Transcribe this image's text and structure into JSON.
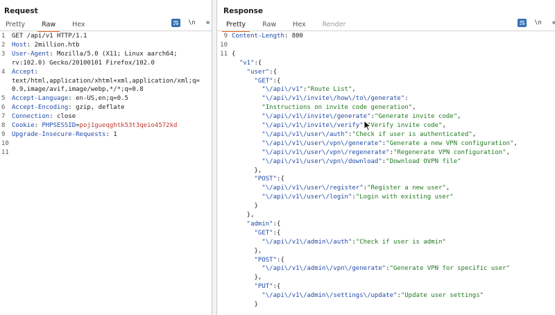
{
  "request": {
    "title": "Request",
    "tabs": [
      "Pretty",
      "Raw",
      "Hex"
    ],
    "active_tab": "Raw",
    "toolbar": {
      "newline_label": "\\n",
      "menu_label": "≡"
    },
    "lines": [
      {
        "n": "1",
        "parts": [
          {
            "t": "GET /api/v1 HTTP/1.1",
            "c": "k-val"
          }
        ]
      },
      {
        "n": "2",
        "parts": [
          {
            "t": "Host",
            "c": "k-name"
          },
          {
            "t": ": 2million.htb",
            "c": "k-val"
          }
        ]
      },
      {
        "n": "3",
        "parts": [
          {
            "t": "User-Agent",
            "c": "k-name"
          },
          {
            "t": ": Mozilla/5.0 (X11; Linux aarch64;",
            "c": "k-val"
          }
        ]
      },
      {
        "n": "",
        "parts": [
          {
            "t": "rv:102.0) Gecko/20100101 Firefox/102.0",
            "c": "k-val"
          }
        ]
      },
      {
        "n": "4",
        "parts": [
          {
            "t": "Accept",
            "c": "k-name"
          },
          {
            "t": ":",
            "c": "k-val"
          }
        ]
      },
      {
        "n": "",
        "parts": [
          {
            "t": "text/html,application/xhtml+xml,application/xml;q=",
            "c": "k-val"
          }
        ]
      },
      {
        "n": "",
        "parts": [
          {
            "t": "0.9,image/avif,image/webp,*/*;q=0.8",
            "c": "k-val"
          }
        ]
      },
      {
        "n": "5",
        "parts": [
          {
            "t": "Accept-Language",
            "c": "k-name"
          },
          {
            "t": ": en-US,en;q=0.5",
            "c": "k-val"
          }
        ]
      },
      {
        "n": "6",
        "parts": [
          {
            "t": "Accept-Encoding",
            "c": "k-name"
          },
          {
            "t": ": gzip, deflate",
            "c": "k-val"
          }
        ]
      },
      {
        "n": "7",
        "parts": [
          {
            "t": "Connection",
            "c": "k-name"
          },
          {
            "t": ": close",
            "c": "k-val"
          }
        ]
      },
      {
        "n": "8",
        "parts": [
          {
            "t": "Cookie",
            "c": "k-name"
          },
          {
            "t": ": ",
            "c": "k-val"
          },
          {
            "t": "PHPSESSID",
            "c": "k-cookie-name"
          },
          {
            "t": "=",
            "c": "k-val"
          },
          {
            "t": "poj1gueqghtk53t3qeio4572kd",
            "c": "k-cookie-val"
          }
        ]
      },
      {
        "n": "9",
        "parts": [
          {
            "t": "Upgrade-Insecure-Requests",
            "c": "k-name"
          },
          {
            "t": ": 1",
            "c": "k-val"
          }
        ]
      },
      {
        "n": "10",
        "parts": []
      },
      {
        "n": "11",
        "parts": []
      }
    ]
  },
  "response": {
    "title": "Response",
    "tabs": [
      "Pretty",
      "Raw",
      "Hex",
      "Render"
    ],
    "active_tab": "Pretty",
    "disabled_tab": "Render",
    "toolbar": {
      "newline_label": "\\n",
      "menu_label": "≡"
    },
    "lines": [
      {
        "n": "9",
        "parts": [
          {
            "t": "Content-Length",
            "c": "k-name"
          },
          {
            "t": ": 800",
            "c": "k-val"
          }
        ]
      },
      {
        "n": "10",
        "parts": []
      },
      {
        "n": "11",
        "parts": [
          {
            "t": "{",
            "c": "j-punc"
          }
        ]
      },
      {
        "n": "",
        "parts": [
          {
            "t": "  \"v1\"",
            "c": "j-key"
          },
          {
            "t": ":{",
            "c": "j-punc"
          }
        ]
      },
      {
        "n": "",
        "parts": [
          {
            "t": "    \"user\"",
            "c": "j-key"
          },
          {
            "t": ":{",
            "c": "j-punc"
          }
        ]
      },
      {
        "n": "",
        "parts": [
          {
            "t": "      \"GET\"",
            "c": "j-key"
          },
          {
            "t": ":{",
            "c": "j-punc"
          }
        ]
      },
      {
        "n": "",
        "parts": [
          {
            "t": "        \"\\/api\\/v1\"",
            "c": "j-key"
          },
          {
            "t": ":",
            "c": "j-punc"
          },
          {
            "t": "\"Route List\"",
            "c": "j-str"
          },
          {
            "t": ",",
            "c": "j-punc"
          }
        ]
      },
      {
        "n": "",
        "parts": [
          {
            "t": "        \"\\/api\\/v1\\/invite\\/how\\/to\\/generate\"",
            "c": "j-key"
          },
          {
            "t": ":",
            "c": "j-punc"
          }
        ]
      },
      {
        "n": "",
        "parts": [
          {
            "t": "        \"Instructions on invite code generation\"",
            "c": "j-str"
          },
          {
            "t": ",",
            "c": "j-punc"
          }
        ]
      },
      {
        "n": "",
        "parts": [
          {
            "t": "        \"\\/api\\/v1\\/invite\\/generate\"",
            "c": "j-key"
          },
          {
            "t": ":",
            "c": "j-punc"
          },
          {
            "t": "\"Generate invite code\"",
            "c": "j-str"
          },
          {
            "t": ",",
            "c": "j-punc"
          }
        ]
      },
      {
        "n": "",
        "parts": [
          {
            "t": "        \"\\/api\\/v1\\/invite\\/verify\"",
            "c": "j-key"
          },
          {
            "t": ":",
            "c": "j-punc"
          },
          {
            "t": "\"Verify invite code\"",
            "c": "j-str"
          },
          {
            "t": ",",
            "c": "j-punc"
          }
        ]
      },
      {
        "n": "",
        "parts": [
          {
            "t": "        \"\\/api\\/v1\\/user\\/auth\"",
            "c": "j-key"
          },
          {
            "t": ":",
            "c": "j-punc"
          },
          {
            "t": "\"Check if user is authenticated\"",
            "c": "j-str"
          },
          {
            "t": ",",
            "c": "j-punc"
          }
        ]
      },
      {
        "n": "",
        "parts": [
          {
            "t": "        \"\\/api\\/v1\\/user\\/vpn\\/generate\"",
            "c": "j-key"
          },
          {
            "t": ":",
            "c": "j-punc"
          },
          {
            "t": "\"Generate a new VPN configuration\"",
            "c": "j-str"
          },
          {
            "t": ",",
            "c": "j-punc"
          }
        ]
      },
      {
        "n": "",
        "parts": [
          {
            "t": "        \"\\/api\\/v1\\/user\\/vpn\\/regenerate\"",
            "c": "j-key"
          },
          {
            "t": ":",
            "c": "j-punc"
          },
          {
            "t": "\"Regenerate VPN configuration\"",
            "c": "j-str"
          },
          {
            "t": ",",
            "c": "j-punc"
          }
        ]
      },
      {
        "n": "",
        "parts": [
          {
            "t": "        \"\\/api\\/v1\\/user\\/vpn\\/download\"",
            "c": "j-key"
          },
          {
            "t": ":",
            "c": "j-punc"
          },
          {
            "t": "\"Download OVPN file\"",
            "c": "j-str"
          }
        ]
      },
      {
        "n": "",
        "parts": [
          {
            "t": "      },",
            "c": "j-punc"
          }
        ]
      },
      {
        "n": "",
        "parts": [
          {
            "t": "      \"POST\"",
            "c": "j-key"
          },
          {
            "t": ":{",
            "c": "j-punc"
          }
        ]
      },
      {
        "n": "",
        "parts": [
          {
            "t": "        \"\\/api\\/v1\\/user\\/register\"",
            "c": "j-key"
          },
          {
            "t": ":",
            "c": "j-punc"
          },
          {
            "t": "\"Register a new user\"",
            "c": "j-str"
          },
          {
            "t": ",",
            "c": "j-punc"
          }
        ]
      },
      {
        "n": "",
        "parts": [
          {
            "t": "        \"\\/api\\/v1\\/user\\/login\"",
            "c": "j-key"
          },
          {
            "t": ":",
            "c": "j-punc"
          },
          {
            "t": "\"Login with existing user\"",
            "c": "j-str"
          }
        ]
      },
      {
        "n": "",
        "parts": [
          {
            "t": "      }",
            "c": "j-punc"
          }
        ]
      },
      {
        "n": "",
        "parts": [
          {
            "t": "    },",
            "c": "j-punc"
          }
        ]
      },
      {
        "n": "",
        "parts": [
          {
            "t": "    \"admin\"",
            "c": "j-key"
          },
          {
            "t": ":{",
            "c": "j-punc"
          }
        ]
      },
      {
        "n": "",
        "parts": [
          {
            "t": "      \"GET\"",
            "c": "j-key"
          },
          {
            "t": ":{",
            "c": "j-punc"
          }
        ]
      },
      {
        "n": "",
        "parts": [
          {
            "t": "        \"\\/api\\/v1\\/admin\\/auth\"",
            "c": "j-key"
          },
          {
            "t": ":",
            "c": "j-punc"
          },
          {
            "t": "\"Check if user is admin\"",
            "c": "j-str"
          }
        ]
      },
      {
        "n": "",
        "parts": [
          {
            "t": "      },",
            "c": "j-punc"
          }
        ]
      },
      {
        "n": "",
        "parts": [
          {
            "t": "      \"POST\"",
            "c": "j-key"
          },
          {
            "t": ":{",
            "c": "j-punc"
          }
        ]
      },
      {
        "n": "",
        "parts": [
          {
            "t": "        \"\\/api\\/v1\\/admin\\/vpn\\/generate\"",
            "c": "j-key"
          },
          {
            "t": ":",
            "c": "j-punc"
          },
          {
            "t": "\"Generate VPN for specific user\"",
            "c": "j-str"
          }
        ]
      },
      {
        "n": "",
        "parts": [
          {
            "t": "      },",
            "c": "j-punc"
          }
        ]
      },
      {
        "n": "",
        "parts": [
          {
            "t": "      \"PUT\"",
            "c": "j-key"
          },
          {
            "t": ":{",
            "c": "j-punc"
          }
        ]
      },
      {
        "n": "",
        "parts": [
          {
            "t": "        \"\\/api\\/v1\\/admin\\/settings\\/update\"",
            "c": "j-key"
          },
          {
            "t": ":",
            "c": "j-punc"
          },
          {
            "t": "\"Update user settings\"",
            "c": "j-str"
          }
        ]
      },
      {
        "n": "",
        "parts": [
          {
            "t": "      }",
            "c": "j-punc"
          }
        ]
      }
    ]
  },
  "colors": {
    "accent_tab_underline": "#e8671c",
    "toolbar_blue": "#2f6fb3",
    "header_name": "#1f4aa8",
    "cookie_value": "#c0392b",
    "json_string": "#1f7a1f"
  },
  "icons": {
    "layout_toggle": [
      "split-horizontal-icon",
      "split-vertical-icon",
      "single-pane-icon"
    ],
    "toolbar": [
      "wrap-lines-icon",
      "newline-toggle-icon",
      "hamburger-menu-icon"
    ],
    "pointer": "mouse-cursor-icon"
  }
}
